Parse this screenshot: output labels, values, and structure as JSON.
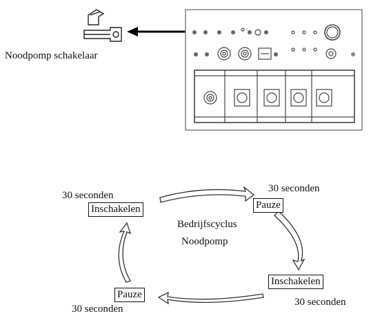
{
  "switch_label": "Noodpomp schakelaar",
  "cycle": {
    "title_line1": "Bedrijfscyclus",
    "title_line2": "Noodpomp",
    "steps": {
      "top_left": {
        "duration": "30 seconden",
        "label": "Inschakelen"
      },
      "top_right": {
        "duration": "30 seconden",
        "label": "Pauze"
      },
      "bottom_right": {
        "duration": "30 seconden",
        "label": "Inschakelen"
      },
      "bottom_left": {
        "duration": "30 seconden",
        "label": "Pauze"
      }
    }
  }
}
